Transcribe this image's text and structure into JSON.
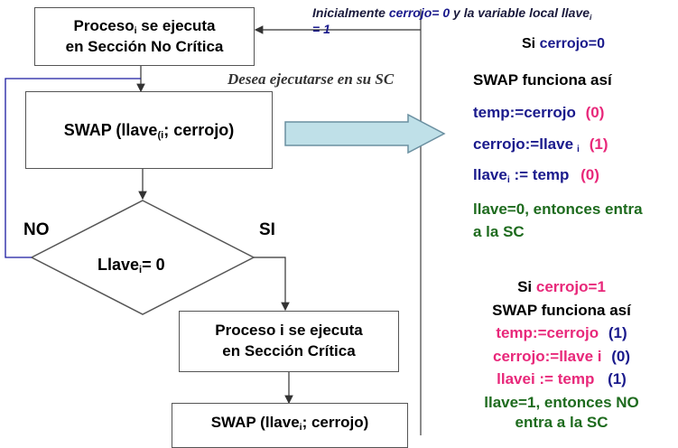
{
  "flowchart": {
    "box_noncritical": {
      "line1_pre": "Proceso",
      "line1_sub": "i",
      "line1_post": " se ejecuta",
      "line2": "en Sección No Crítica"
    },
    "intent_label": "Desea ejecutarse en su SC",
    "box_swap1": {
      "pre": "SWAP (llave",
      "sub": "(i",
      "post": "; cerrojo)"
    },
    "decision": {
      "pre": "Llave",
      "sub": "i",
      "post": "= 0"
    },
    "label_no": "NO",
    "label_si": "SI",
    "box_critical": {
      "line1": "Proceso i se ejecuta",
      "line2": "en Sección Crítica"
    },
    "box_swap2": {
      "pre": "SWAP (llave",
      "sub": "i",
      "post": "; cerrojo)"
    }
  },
  "note": {
    "pre": "Inicialmente ",
    "cerrojo": "cerrojo= 0",
    "mid": " y la variable local ",
    "llave": "llave",
    "llave_sub": "i",
    "wrap": "= 1"
  },
  "case0": {
    "title_pre": "Si ",
    "title_val": "cerrojo=0",
    "heading": "SWAP funciona así",
    "step1_code": "temp:=cerrojo",
    "step1_val": "(0)",
    "step2_code": "cerrojo:=llave",
    "step2_sub": "i",
    "step2_val": "(1)",
    "step3_pre": "llave",
    "step3_sub": "i",
    "step3_post": " := temp",
    "step3_val": "(0)",
    "result_line1": "llave=0, entonces entra",
    "result_line2": "a la SC"
  },
  "case1": {
    "title_pre": "Si ",
    "title_val": "cerrojo=1",
    "heading": "SWAP funciona así",
    "step1_code": "temp:=cerrojo",
    "step1_val": "(1)",
    "step2_code": "cerrojo:=llave i",
    "step2_val": "(0)",
    "step3_code": "llavei := temp",
    "step3_val": "(1)",
    "result_line1": "llave=1, entonces NO",
    "result_line2": "entra a la SC"
  },
  "colors": {
    "navy": "#1a1a8c",
    "green": "#1e6b1e",
    "pink": "#e8287a",
    "arrow_fill": "#bfe0e8",
    "arrow_stroke": "#6a8fa0"
  }
}
